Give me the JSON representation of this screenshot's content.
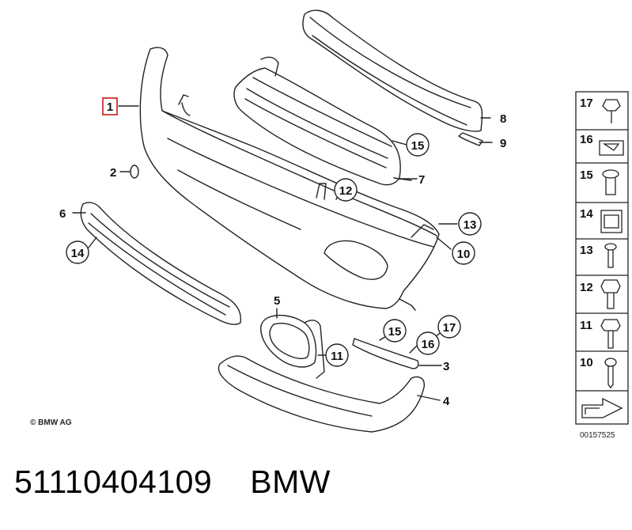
{
  "callouts": {
    "c1": "1",
    "c2": "2",
    "c3": "3",
    "c4": "4",
    "c5": "5",
    "c6": "6",
    "c7": "7",
    "c8": "8",
    "c9": "9",
    "c10": "10",
    "c11": "11",
    "c12": "12",
    "c13": "13",
    "c14": "14",
    "c15a": "15",
    "c15b": "15",
    "c16": "16",
    "c17": "17"
  },
  "sidebar": {
    "items": [
      "17",
      "16",
      "15",
      "14",
      "13",
      "12",
      "11",
      "10"
    ]
  },
  "copyright": "© BMW AG",
  "diagram_number": "00157525",
  "footer": {
    "part_number": "51110404109",
    "brand": "BMW"
  },
  "colors": {
    "callout_highlight": "#d0312d",
    "line": "#222222"
  }
}
